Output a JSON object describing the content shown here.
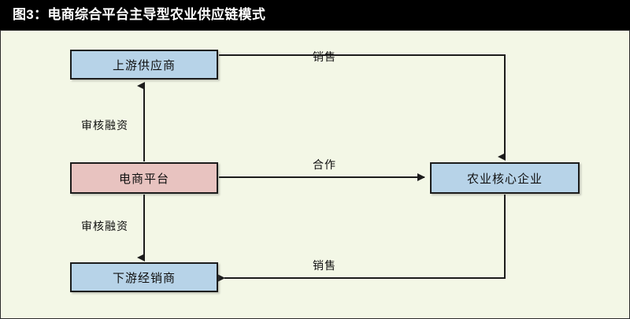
{
  "header": {
    "title": "图3：电商综合平台主导型农业供应链模式"
  },
  "colors": {
    "header_bg": "#000000",
    "header_text": "#ffffff",
    "canvas_bg": "#f3f7e6",
    "node_blue": "#b7d3e8",
    "node_pink": "#e8c3c0",
    "stroke": "#1c1c1c"
  },
  "diagram": {
    "type": "flowchart",
    "nodes": [
      {
        "id": "upstream",
        "label": "上游供应商",
        "fill": "#b7d3e8"
      },
      {
        "id": "platform",
        "label": "电商平台",
        "fill": "#e8c3c0"
      },
      {
        "id": "core",
        "label": "农业核心企业",
        "fill": "#b7d3e8"
      },
      {
        "id": "downstream",
        "label": "下游经销商",
        "fill": "#b7d3e8"
      }
    ],
    "edges": [
      {
        "id": "e1",
        "from": "platform",
        "to": "upstream",
        "label": "审核融资",
        "direction": "up"
      },
      {
        "id": "e2",
        "from": "platform",
        "to": "downstream",
        "label": "审核融资",
        "direction": "down"
      },
      {
        "id": "e3",
        "from": "upstream",
        "to": "core",
        "label": "销售",
        "direction": "right-down"
      },
      {
        "id": "e4",
        "from": "platform",
        "to": "core",
        "label": "合作",
        "direction": "right"
      },
      {
        "id": "e5",
        "from": "core",
        "to": "downstream",
        "label": "销售",
        "direction": "down-left"
      }
    ],
    "labels": {
      "sales_top": "销售",
      "cooperation": "合作",
      "sales_bottom": "销售",
      "finance_upper": "审核融资",
      "finance_lower": "审核融资"
    }
  }
}
